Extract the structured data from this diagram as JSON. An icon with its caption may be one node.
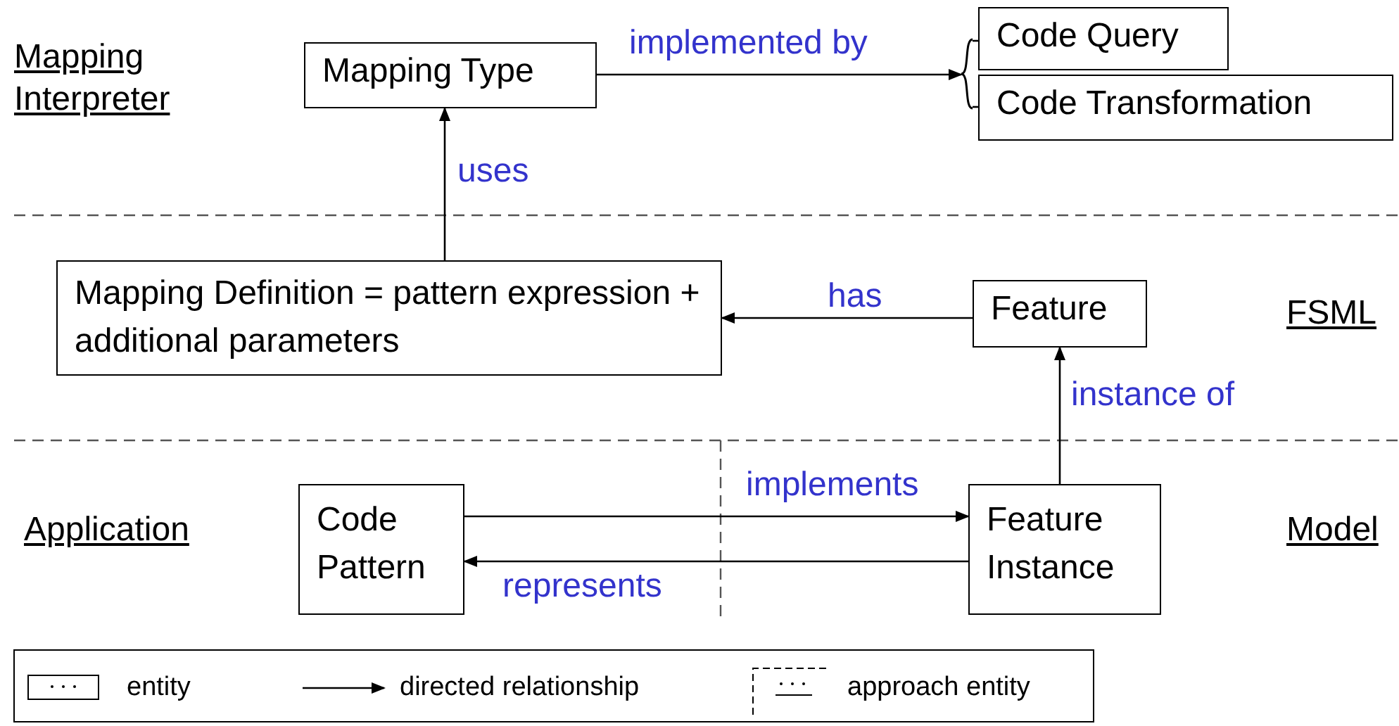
{
  "diagram": {
    "nodes": [
      {
        "text": [
          "Mapping Type"
        ]
      },
      {
        "text": [
          "Code Query"
        ]
      },
      {
        "text": [
          "Code Transformation"
        ]
      },
      {
        "text": [
          "Mapping Definition = pattern expression + additional parameters"
        ]
      },
      {
        "text": [
          "Feature"
        ]
      },
      {
        "text": [
          "Code Pattern"
        ]
      },
      {
        "text": [
          "Feature Instance"
        ]
      },
      {
        "text": [],
        "shape": "brace"
      }
    ],
    "edges": [
      {
        "from": 0,
        "to": 7,
        "arrow": "to",
        "label": "implemented by"
      },
      {
        "from": 7,
        "to": 1,
        "arrow": "none"
      },
      {
        "from": 7,
        "to": 2,
        "arrow": "none"
      },
      {
        "from": 3,
        "to": 0,
        "arrow": "to",
        "label": "uses"
      },
      {
        "from": 4,
        "to": 3,
        "arrow": "to",
        "label": "has"
      },
      {
        "from": 6,
        "to": 4,
        "arrow": "to",
        "label": "instance of"
      },
      {
        "from": 5,
        "to": 6,
        "arrow": "to",
        "label": "implements"
      },
      {
        "from": 6,
        "to": 5,
        "arrow": "to",
        "label": "represents"
      }
    ],
    "labels": [
      "Mapping Interpreter",
      "FSML",
      "Application",
      "Model"
    ],
    "legend": [
      {
        "text": "entity"
      },
      {
        "text": "directed relationship"
      },
      {
        "text": "approach entity"
      }
    ]
  }
}
